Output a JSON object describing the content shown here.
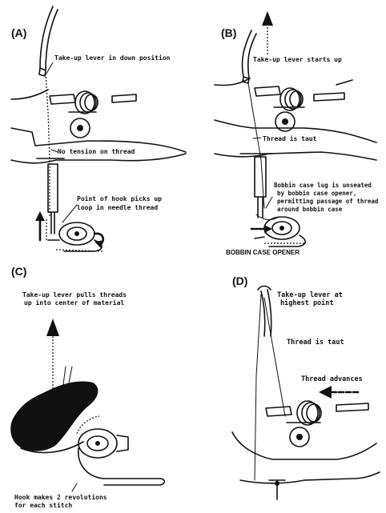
{
  "panels": [
    {
      "letter": "(A)",
      "labels": [
        "Take-up lever in down position",
        "No tension on thread",
        "Point of hook picks up",
        "loop in needle thread"
      ]
    },
    {
      "letter": "(B)",
      "labels": [
        "Take-up lever starts up",
        "Thread is taut",
        "Bobbin case lug is unseated",
        "by bobbin case opener,",
        "permitting passage of thread",
        "around bobbin case",
        "BOBBIN CASE OPENER"
      ]
    },
    {
      "letter": "(C)",
      "labels": [
        "Take-up lever pulls threads",
        "up into center of material",
        "Hook makes 2 revolutions",
        "for each stitch"
      ]
    },
    {
      "letter": "(D)",
      "labels": [
        "Take-up lever at",
        "highest point",
        "Thread is taut",
        "Thread advances"
      ]
    }
  ]
}
